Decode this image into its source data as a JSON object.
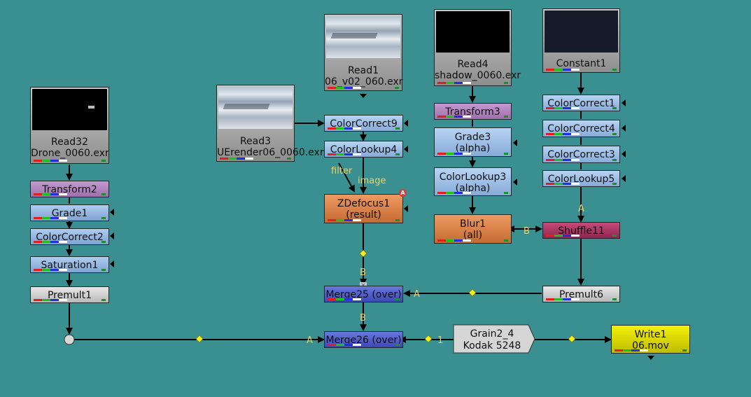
{
  "colors": {
    "background": "#3a9091",
    "pipe": "#000000",
    "dot": "#f4ef1e",
    "tag": "#f1d060"
  },
  "nodes": {
    "read32": {
      "line1": "Read32",
      "line2": "Drone_0060.exr"
    },
    "transform2": {
      "label": "Transform2"
    },
    "grade1": {
      "label": "Grade1"
    },
    "colorcorrect2": {
      "label": "ColorCorrect2"
    },
    "saturation1": {
      "label": "Saturation1"
    },
    "premult1": {
      "label": "Premult1"
    },
    "read3": {
      "line1": "Read3",
      "line2": "UErender06_0060.exr"
    },
    "read1": {
      "line1": "Read1",
      "line2": "06_v02_060.exr"
    },
    "colorcorrect9": {
      "label": "ColorCorrect9"
    },
    "colorlookup4": {
      "label": "ColorLookup4"
    },
    "zdefocus1": {
      "line1": "ZDefocus1",
      "line2": "(result)"
    },
    "merge25": {
      "label": "Merge25 (over)"
    },
    "merge26": {
      "label": "Merge26 (over)"
    },
    "read4": {
      "line1": "Read4",
      "line2": "shadow_0060.exr"
    },
    "transform3": {
      "label": "Transform3"
    },
    "grade3": {
      "line1": "Grade3",
      "line2": "(alpha)"
    },
    "colorlookup3": {
      "line1": "ColorLookup3",
      "line2": "(alpha)"
    },
    "blur1": {
      "line1": "Blur1",
      "line2": "(all)"
    },
    "constant1": {
      "label": "Constant1"
    },
    "colorcorrect1": {
      "label": "ColorCorrect1"
    },
    "colorcorrect4": {
      "label": "ColorCorrect4"
    },
    "colorcorrect3": {
      "label": "ColorCorrect3"
    },
    "colorlookup5": {
      "label": "ColorLookup5"
    },
    "shuffle11": {
      "label": "Shuffle11"
    },
    "premult6": {
      "label": "Premult6"
    },
    "grain2_4": {
      "line1": "Grain2_4",
      "line2": "Kodak 5248"
    },
    "write1": {
      "line1": "Write1",
      "line2": "06.mov"
    }
  },
  "pipe_labels": {
    "filter": "filter",
    "image": "image",
    "merge25_b": "B",
    "merge25_a": "A",
    "merge26_b": "B",
    "merge26_a": "A",
    "shuffle_a": "A",
    "shuffle_b": "B",
    "grain_1": "1"
  },
  "badges": {
    "zdefocus_badge": "A",
    "merge25_disable": "×"
  }
}
